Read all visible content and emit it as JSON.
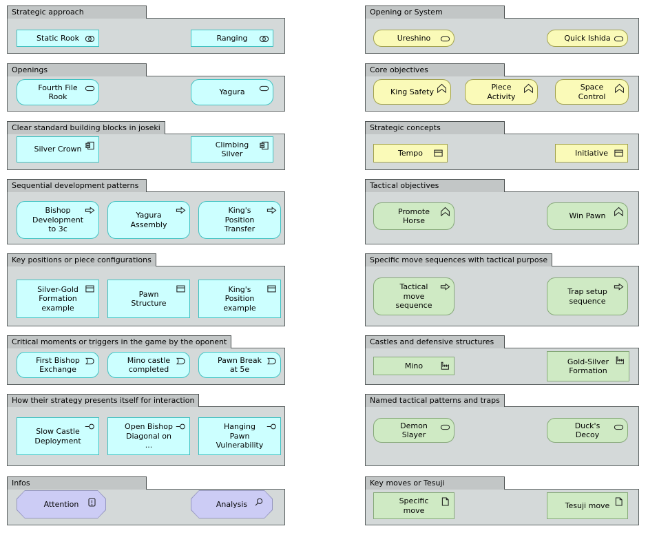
{
  "colors": {
    "canvas_bg": "#ffffff",
    "group_tab_bg": "#c2c6c6",
    "group_body_bg": "#d4d9d9",
    "group_border": "#4a4f4f",
    "cyan_fill": "#ccffff",
    "cyan_border": "#3fc1c1",
    "yellow_fill": "#fafab8",
    "yellow_border": "#a2a24e",
    "green_fill": "#cfeac4",
    "green_border": "#85a878",
    "purple_fill": "#ccccf5",
    "purple_border": "#9596c0"
  },
  "groups": [
    {
      "id": "strategic-approach",
      "title": "Strategic approach",
      "items": [
        {
          "label": "Static Rook",
          "icon": "collaboration"
        },
        {
          "label": "Ranging",
          "icon": "collaboration"
        }
      ]
    },
    {
      "id": "openings",
      "title": "Openings",
      "items": [
        {
          "label": "Fourth File\nRook",
          "icon": "service"
        },
        {
          "label": "Yagura",
          "icon": "service"
        }
      ]
    },
    {
      "id": "joseki-blocks",
      "title": "Clear standard building blocks in joseki",
      "items": [
        {
          "label": "Silver Crown",
          "icon": "component"
        },
        {
          "label": "Climbing\nSilver",
          "icon": "component"
        }
      ]
    },
    {
      "id": "development-patterns",
      "title": "Sequential development patterns",
      "items": [
        {
          "label": "Bishop\nDevelopment\nto 3c",
          "icon": "process"
        },
        {
          "label": "Yagura\nAssembly",
          "icon": "process"
        },
        {
          "label": "King's\nPosition\nTransfer",
          "icon": "process"
        }
      ]
    },
    {
      "id": "key-positions",
      "title": "Key positions or piece configurations",
      "items": [
        {
          "label": "Silver-Gold\nFormation\nexample",
          "icon": "business-object"
        },
        {
          "label": "Pawn\nStructure",
          "icon": "business-object"
        },
        {
          "label": "King's\nPosition\nexample",
          "icon": "business-object"
        }
      ]
    },
    {
      "id": "critical-moments",
      "title": "Critical moments or triggers in the game by the oponent",
      "items": [
        {
          "label": "First Bishop\nExchange",
          "icon": "event"
        },
        {
          "label": "Mino castle\ncompleted",
          "icon": "event"
        },
        {
          "label": "Pawn Break\nat 5e",
          "icon": "event"
        }
      ]
    },
    {
      "id": "strategy-interaction",
      "title": "How their strategy presents itself for interaction",
      "items": [
        {
          "label": "Slow Castle\nDeployment",
          "icon": "interface"
        },
        {
          "label": "Open Bishop\nDiagonal on\n...",
          "icon": "interface"
        },
        {
          "label": "Hanging\nPawn\nVulnerability",
          "icon": "interface"
        }
      ]
    },
    {
      "id": "infos",
      "title": "Infos",
      "items": [
        {
          "label": "Attention",
          "icon": "exclamation"
        },
        {
          "label": "Analysis",
          "icon": "magnifier"
        }
      ]
    },
    {
      "id": "opening-or-system",
      "title": "Opening or System",
      "items": [
        {
          "label": "Ureshino",
          "icon": "service"
        },
        {
          "label": "Quick Ishida",
          "icon": "service"
        }
      ]
    },
    {
      "id": "core-objectives",
      "title": "Core objectives",
      "items": [
        {
          "label": "King Safety",
          "icon": "goal"
        },
        {
          "label": "Piece\nActivity",
          "icon": "goal"
        },
        {
          "label": "Space\nControl",
          "icon": "goal"
        }
      ]
    },
    {
      "id": "strategic-concepts",
      "title": "Strategic concepts",
      "items": [
        {
          "label": "Tempo",
          "icon": "business-object"
        },
        {
          "label": "Initiative",
          "icon": "business-object"
        }
      ]
    },
    {
      "id": "tactical-objectives",
      "title": "Tactical objectives",
      "items": [
        {
          "label": "Promote\nHorse",
          "icon": "goal"
        },
        {
          "label": "Win Pawn",
          "icon": "goal"
        }
      ]
    },
    {
      "id": "move-sequences",
      "title": "Specific move sequences with tactical purpose",
      "items": [
        {
          "label": "Tactical\nmove\nsequence",
          "icon": "process"
        },
        {
          "label": "Trap setup\nsequence",
          "icon": "process"
        }
      ]
    },
    {
      "id": "castles",
      "title": "Castles and defensive structures",
      "items": [
        {
          "label": "Mino",
          "icon": "facility"
        },
        {
          "label": "Gold-Silver\nFormation",
          "icon": "facility"
        }
      ]
    },
    {
      "id": "tactical-patterns",
      "title": "Named tactical patterns and traps",
      "items": [
        {
          "label": "Demon\nSlayer",
          "icon": "service"
        },
        {
          "label": "Duck's\nDecoy",
          "icon": "service"
        }
      ]
    },
    {
      "id": "key-moves",
      "title": "Key moves or Tesuji",
      "items": [
        {
          "label": "Specific\nmove",
          "icon": "artifact"
        },
        {
          "label": "Tesuji move",
          "icon": "artifact"
        }
      ]
    }
  ]
}
